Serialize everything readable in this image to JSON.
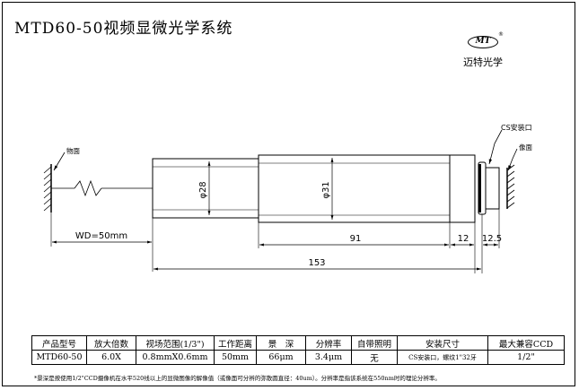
{
  "title": "MTD60-50视频显微光学系统",
  "brand": {
    "logo": "MT",
    "reg": "®",
    "name": "迈特光学"
  },
  "labels": {
    "object_plane": "物面",
    "image_plane": "像面",
    "cs_mount": "CS安装口",
    "brand_mark": "MT",
    "dia1": "φ28",
    "dia2": "φ31",
    "wd": "WD=50mm",
    "dim_91": "91",
    "dim_12": "12",
    "dim_125": "12.5",
    "dim_153": "153"
  },
  "table": {
    "headers": [
      "产品型号",
      "放大倍数",
      "视场范围(1/3\")",
      "工作距离",
      "景　深",
      "分辨率",
      "自带照明",
      "安装尺寸",
      "最大兼容CCD"
    ],
    "row": [
      "MTD60-50",
      "6.0X",
      "0.8mmX0.6mm",
      "50mm",
      "66μm",
      "3.4μm",
      "无",
      "CS安装口，螺纹1\"32牙",
      "1/2\""
    ]
  },
  "footnote": "*景深是按使用1/2\"CCD摄像机在水平520线以上的显微图像的解像值（或像面可分辨的弥散圆直径：40um）。分辨率是指该系统在550nm时的理论分辨率。"
}
